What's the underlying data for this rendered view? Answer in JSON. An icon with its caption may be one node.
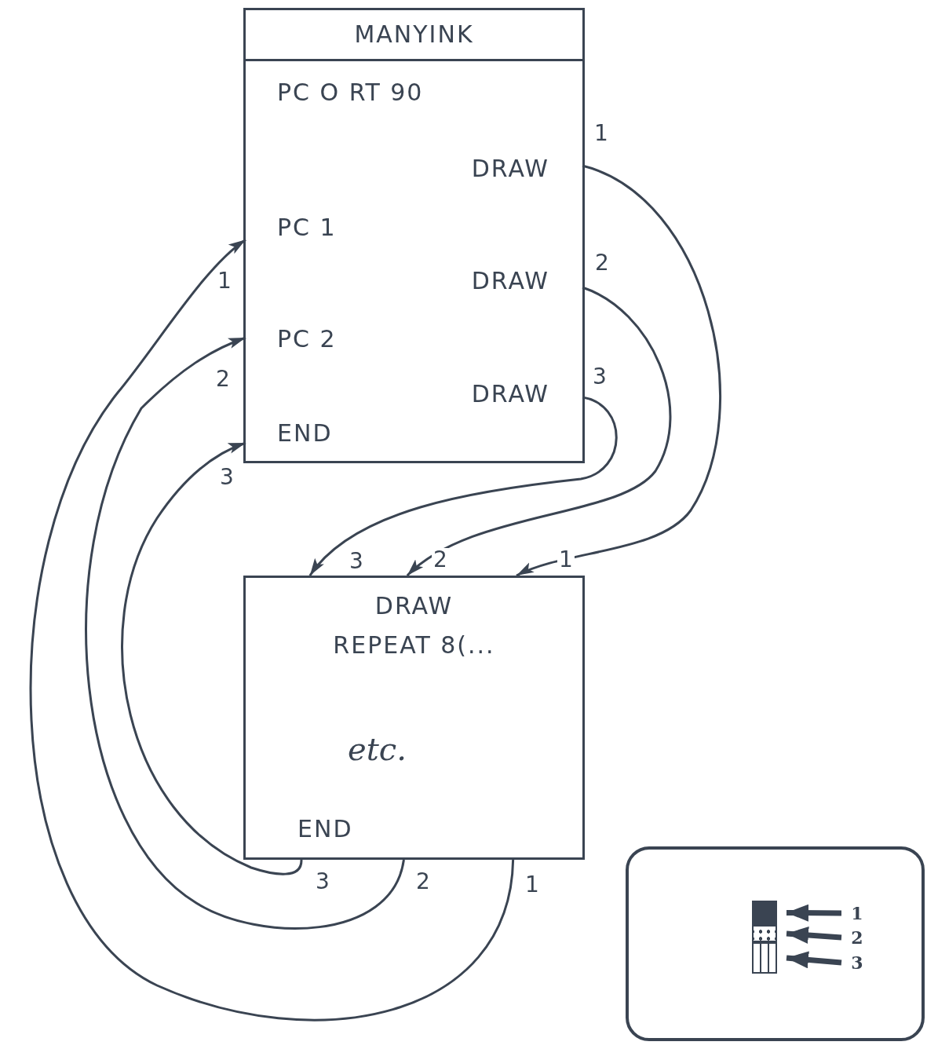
{
  "diagram": {
    "nodes": [
      {
        "text": [
          "MANYINK"
        ]
      },
      {
        "text": [
          "PC O RT 90"
        ],
        "in": 0
      },
      {
        "text": [
          "DRAW"
        ],
        "in": 0
      },
      {
        "text": [
          "PC 1"
        ],
        "in": 0
      },
      {
        "text": [
          "DRAW"
        ],
        "in": 0
      },
      {
        "text": [
          "PC 2"
        ],
        "in": 0
      },
      {
        "text": [
          "DRAW"
        ],
        "in": 0
      },
      {
        "text": [
          "END"
        ],
        "in": 0
      },
      {
        "text": [
          "DRAW",
          "REPEAT 8(...",
          "etc.",
          "END"
        ]
      },
      {
        "text": [],
        "shape": "box"
      },
      {
        "text": [],
        "shape": "box",
        "in": 9
      },
      {
        "text": [],
        "shape": "box",
        "in": 9
      },
      {
        "text": [],
        "shape": "box",
        "in": 9
      },
      {
        "text": [
          "1"
        ],
        "in": 9
      },
      {
        "text": [
          "2"
        ],
        "in": 9
      },
      {
        "text": [
          "3"
        ],
        "in": 9
      }
    ],
    "edges": [
      {
        "from": 2,
        "to": 8,
        "arrow": "to",
        "label": "1"
      },
      {
        "from": 4,
        "to": 8,
        "arrow": "to",
        "label": "2"
      },
      {
        "from": 6,
        "to": 8,
        "arrow": "to",
        "label": "3"
      },
      {
        "from": 8,
        "to": 3,
        "arrow": "to",
        "label": "1"
      },
      {
        "from": 8,
        "to": 5,
        "arrow": "to",
        "label": "2"
      },
      {
        "from": 8,
        "to": 7,
        "arrow": "to",
        "label": "3"
      },
      {
        "from": 13,
        "to": 10,
        "arrow": "to",
        "style": "thick"
      },
      {
        "from": 14,
        "to": 11,
        "arrow": "to",
        "style": "thick"
      },
      {
        "from": 15,
        "to": 12,
        "arrow": "to",
        "style": "thick"
      }
    ],
    "labels": [
      "1",
      "2",
      "3",
      "3",
      "2",
      "1"
    ]
  }
}
